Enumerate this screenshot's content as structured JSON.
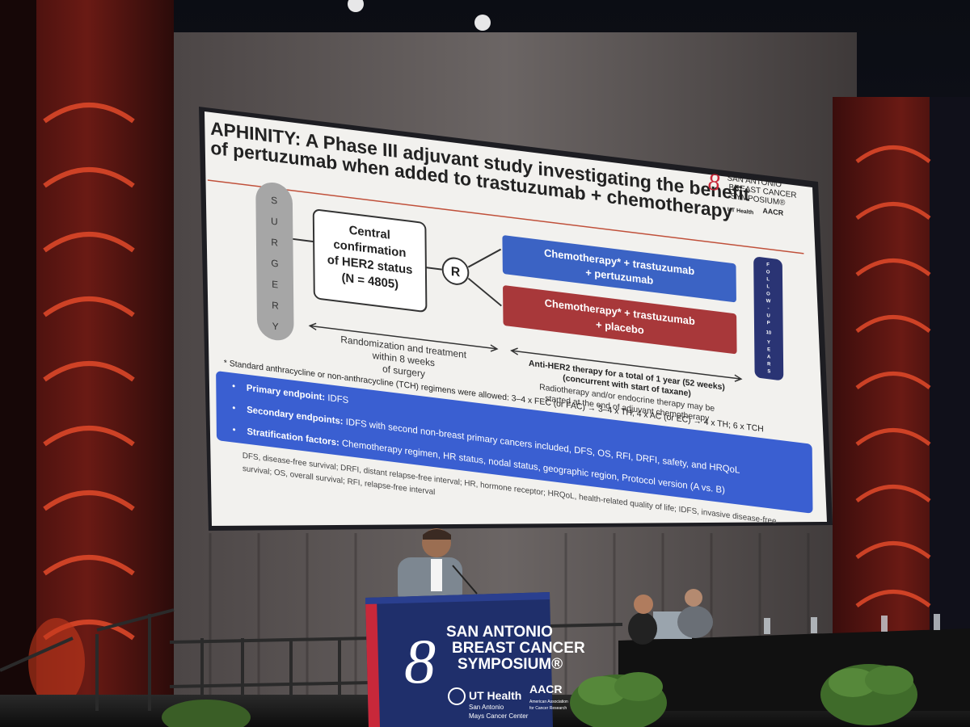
{
  "slide": {
    "title_line1": "APHINITY: A Phase III adjuvant study investigating the benefit",
    "title_line2": "of pertuzumab when added to trastuzumab + chemotherapy",
    "logo": {
      "name_line1": "SAN ANTONIO",
      "name_line2": "BREAST CANCER",
      "name_line3": "SYMPOSIUM®",
      "ut": "UT Health",
      "aacr": "AACR"
    },
    "surgery_letters": [
      "S",
      "U",
      "R",
      "G",
      "E",
      "R",
      "Y"
    ],
    "central_box": [
      "Central",
      "confirmation",
      "of HER2 status",
      "(N = 4805)"
    ],
    "randomize": "R",
    "arm_top": [
      "Chemotherapy* + trastuzumab",
      "+ pertuzumab"
    ],
    "arm_bottom": [
      "Chemotherapy* + trastuzumab",
      "+ placebo"
    ],
    "followup_letters": [
      "F",
      "O",
      "L",
      "L",
      "O",
      "W",
      "-",
      "U",
      "P",
      "10",
      "Y",
      "E",
      "A",
      "R",
      "S"
    ],
    "randomization_note": [
      "Randomization and treatment",
      "within 8 weeks",
      "of surgery"
    ],
    "anti_her2_note": [
      "Anti-HER2 therapy for a total of 1 year (52 weeks)",
      "(concurrent with start of taxane)"
    ],
    "radio_note": [
      "Radiotherapy and/or endocrine therapy may be",
      "started at the end of adjuvant chemotherapy"
    ],
    "footnote": "* Standard anthracycline or non-anthracycline (TCH) regimens were allowed: 3–4 x FEC (or FAC) → 3–4 x TH; 4 x AC (or EC) → 4 x TH; 6 x TCH",
    "endpoints": [
      {
        "label": "Primary endpoint:",
        "text": " IDFS"
      },
      {
        "label": "Secondary endpoints:",
        "text": " IDFS with second non-breast primary cancers included, DFS, OS, RFI, DRFI, safety, and HRQoL"
      },
      {
        "label": "Stratification factors:",
        "text": " Chemotherapy regimen, HR status, nodal status, geographic region, Protocol version (A vs. B)"
      }
    ],
    "abbreviations": [
      "DFS, disease-free survival; DRFI, distant relapse-free interval; HR, hormone receptor; HRQoL, health-related quality of life; IDFS, invasive disease-free",
      "survival; OS, overall survival; RFI, relapse-free interval"
    ]
  },
  "podium": {
    "line1": "SAN ANTONIO",
    "line2": "BREAST CANCER",
    "line3": "SYMPOSIUM®",
    "ut": "UT Health",
    "ut_sub1": "San Antonio",
    "ut_sub2": "Mays Cancer Center",
    "aacr": "AACR",
    "aacr_sub1": "American Association",
    "aacr_sub2": "for Cancer Research"
  },
  "colors": {
    "blue_arm": "#3b63c4",
    "red_arm": "#a8383a",
    "navy": "#2a3474",
    "podium": "#1f2f6b",
    "accent_red": "#c8283a"
  }
}
